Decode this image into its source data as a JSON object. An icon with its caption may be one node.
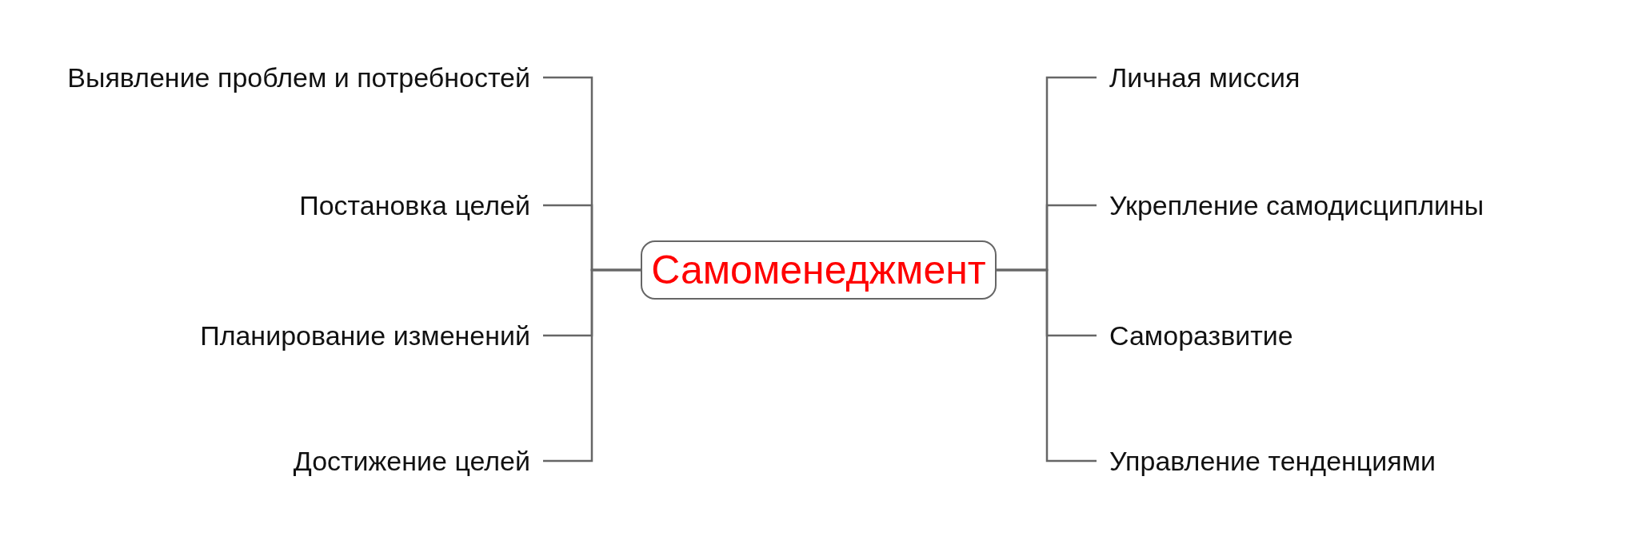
{
  "diagram": {
    "nodes": [
      {
        "text": [
          "Самоменеджмент"
        ]
      },
      {
        "text": [
          "Выявление проблем и потребностей"
        ]
      },
      {
        "text": [
          "Постановка целей"
        ]
      },
      {
        "text": [
          "Планирование изменений"
        ]
      },
      {
        "text": [
          "Достижение целей"
        ]
      },
      {
        "text": [
          "Личная миссия"
        ]
      },
      {
        "text": [
          "Укрепление самодисциплины"
        ]
      },
      {
        "text": [
          "Саморазвитие"
        ]
      },
      {
        "text": [
          "Управление тенденциями"
        ]
      }
    ],
    "edges": [
      {
        "from": 0,
        "to": 1,
        "arrow": "none"
      },
      {
        "from": 0,
        "to": 2,
        "arrow": "none"
      },
      {
        "from": 0,
        "to": 3,
        "arrow": "none"
      },
      {
        "from": 0,
        "to": 4,
        "arrow": "none"
      },
      {
        "from": 0,
        "to": 5,
        "arrow": "none"
      },
      {
        "from": 0,
        "to": 6,
        "arrow": "none"
      },
      {
        "from": 0,
        "to": 7,
        "arrow": "none"
      },
      {
        "from": 0,
        "to": 8,
        "arrow": "none"
      }
    ]
  }
}
